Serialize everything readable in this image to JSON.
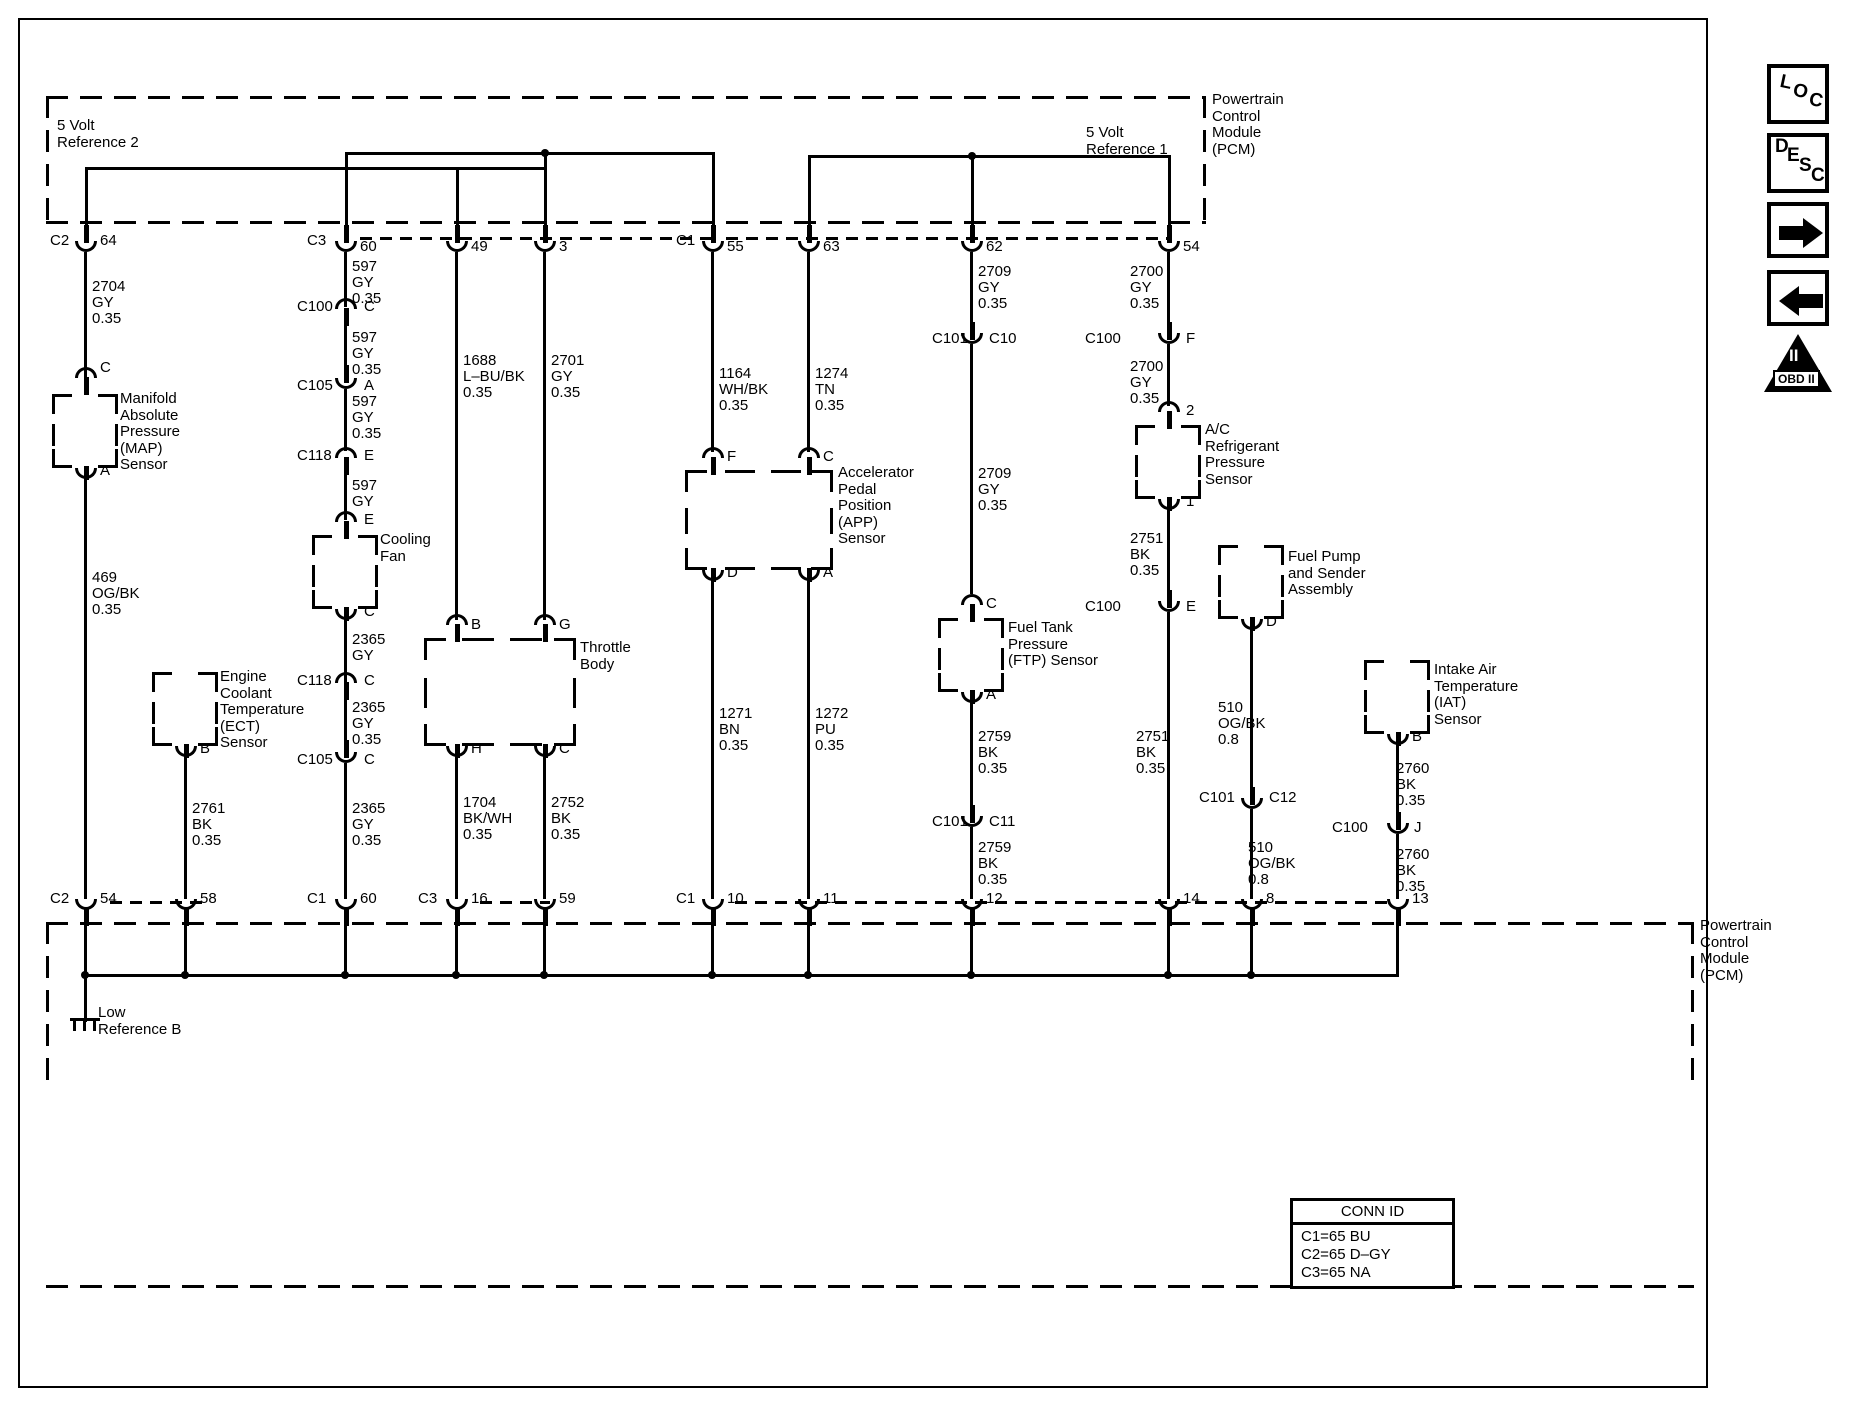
{
  "diagram": {
    "title": "Powertrain Control Module 5 Volt Reference and Low Reference Circuits",
    "modules": {
      "top": {
        "label": "Powertrain\nControl\nModule\n(PCM)"
      },
      "bottom": {
        "label": "Powertrain\nControl\nModule\n(PCM)"
      }
    },
    "rails": {
      "ref2_label": "5 Volt\nReference 2",
      "ref1_label": "5 Volt\nReference 1",
      "low_ref_label": "Low\nReference B"
    },
    "conn_id": {
      "header": "CONN ID",
      "rows": [
        "C1=65 BU",
        "C2=65 D–GY",
        "C3=65 NA"
      ]
    },
    "top_pins": [
      {
        "conn": "C2",
        "pin": "64"
      },
      {
        "conn": "C3",
        "pin": "60"
      },
      {
        "conn": "",
        "pin": "49"
      },
      {
        "conn": "",
        "pin": "3"
      },
      {
        "conn": "C1",
        "pin": "55"
      },
      {
        "conn": "",
        "pin": "63"
      },
      {
        "conn": "",
        "pin": "62"
      },
      {
        "conn": "",
        "pin": "54"
      }
    ],
    "bottom_pins": [
      {
        "conn": "C2",
        "pin": "54"
      },
      {
        "conn": "",
        "pin": "58"
      },
      {
        "conn": "C1",
        "pin": "60"
      },
      {
        "conn": "C3",
        "pin": "16"
      },
      {
        "conn": "",
        "pin": "59"
      },
      {
        "conn": "C1",
        "pin": "10"
      },
      {
        "conn": "",
        "pin": "11"
      },
      {
        "conn": "",
        "pin": "12"
      },
      {
        "conn": "",
        "pin": "14"
      },
      {
        "conn": "",
        "pin": "8"
      },
      {
        "conn": "",
        "pin": "13"
      }
    ],
    "wires": [
      {
        "id": "w1",
        "number": "2704",
        "color": "GY",
        "gauge": "0.35"
      },
      {
        "id": "w2",
        "number": "597",
        "color": "GY",
        "gauge": "0.35"
      },
      {
        "id": "w3",
        "number": "597",
        "color": "GY",
        "gauge": "0.35"
      },
      {
        "id": "w4",
        "number": "597",
        "color": "GY",
        "gauge": "0.35"
      },
      {
        "id": "w5",
        "number": "597",
        "color": "GY",
        "gauge": ""
      },
      {
        "id": "w6",
        "number": "1688",
        "color": "L–BU/BK",
        "gauge": "0.35"
      },
      {
        "id": "w7",
        "number": "2701",
        "color": "GY",
        "gauge": "0.35"
      },
      {
        "id": "w8",
        "number": "1164",
        "color": "WH/BK",
        "gauge": "0.35"
      },
      {
        "id": "w9",
        "number": "1274",
        "color": "TN",
        "gauge": "0.35"
      },
      {
        "id": "w10",
        "number": "2709",
        "color": "GY",
        "gauge": "0.35"
      },
      {
        "id": "w11",
        "number": "2700",
        "color": "GY",
        "gauge": "0.35"
      },
      {
        "id": "w12",
        "number": "2709",
        "color": "GY",
        "gauge": "0.35"
      },
      {
        "id": "w13",
        "number": "2700",
        "color": "GY",
        "gauge": "0.35"
      },
      {
        "id": "w14",
        "number": "469",
        "color": "OG/BK",
        "gauge": "0.35"
      },
      {
        "id": "w15",
        "number": "2365",
        "color": "GY",
        "gauge": ""
      },
      {
        "id": "w16",
        "number": "2365",
        "color": "GY",
        "gauge": "0.35"
      },
      {
        "id": "w17",
        "number": "2365",
        "color": "GY",
        "gauge": "0.35"
      },
      {
        "id": "w18",
        "number": "2761",
        "color": "BK",
        "gauge": "0.35"
      },
      {
        "id": "w19",
        "number": "1704",
        "color": "BK/WH",
        "gauge": "0.35"
      },
      {
        "id": "w20",
        "number": "2752",
        "color": "BK",
        "gauge": "0.35"
      },
      {
        "id": "w21",
        "number": "1271",
        "color": "BN",
        "gauge": "0.35"
      },
      {
        "id": "w22",
        "number": "1272",
        "color": "PU",
        "gauge": "0.35"
      },
      {
        "id": "w23",
        "number": "2759",
        "color": "BK",
        "gauge": "0.35"
      },
      {
        "id": "w24",
        "number": "2759",
        "color": "BK",
        "gauge": "0.35"
      },
      {
        "id": "w25",
        "number": "2751",
        "color": "BK",
        "gauge": "0.35"
      },
      {
        "id": "w26",
        "number": "2751",
        "color": "BK",
        "gauge": "0.35"
      },
      {
        "id": "w27",
        "number": "510",
        "color": "OG/BK",
        "gauge": "0.8"
      },
      {
        "id": "w28",
        "number": "510",
        "color": "OG/BK",
        "gauge": "0.8"
      },
      {
        "id": "w29",
        "number": "2760",
        "color": "BK",
        "gauge": "0.35"
      },
      {
        "id": "w30",
        "number": "2760",
        "color": "BK",
        "gauge": "0.35"
      }
    ],
    "components": [
      {
        "id": "map",
        "label": "Manifold\nAbsolute\nPressure\n(MAP)\nSensor",
        "top_term": "C",
        "bottom_term": "A"
      },
      {
        "id": "ect",
        "label": "Engine\nCoolant\nTemperature\n(ECT)\nSensor",
        "top_term": "",
        "bottom_term": "B"
      },
      {
        "id": "fan",
        "label": "Cooling\nFan",
        "top_term": "E",
        "bottom_term": "C"
      },
      {
        "id": "tb",
        "label": "Throttle\nBody",
        "top_term": "B",
        "bottom_term": "H"
      },
      {
        "id": "app",
        "label": "Accelerator\nPedal\nPosition\n(APP)\nSensor",
        "top_term": "F",
        "bottom_term": "D"
      },
      {
        "id": "ftp",
        "label": "Fuel Tank\nPressure\n(FTP) Sensor",
        "top_term": "C",
        "bottom_term": "A"
      },
      {
        "id": "acrp",
        "label": "A/C\nRefrigerant\nPressure\nSensor",
        "top_term": "2",
        "bottom_term": "1"
      },
      {
        "id": "fps",
        "label": "Fuel Pump\nand Sender\nAssembly",
        "top_term": "",
        "bottom_term": "D"
      },
      {
        "id": "iat",
        "label": "Intake Air\nTemperature\n(IAT)\nSensor",
        "top_term": "",
        "bottom_term": "B"
      }
    ],
    "inline_connectors": [
      {
        "id": "ic1",
        "name": "C100",
        "term": "C"
      },
      {
        "id": "ic2",
        "name": "C105",
        "term": "A"
      },
      {
        "id": "ic3",
        "name": "C118",
        "term": "E"
      },
      {
        "id": "ic4",
        "name": "C118",
        "term": "C"
      },
      {
        "id": "ic5",
        "name": "C105",
        "term": "C"
      },
      {
        "id": "ic6",
        "name": "C101",
        "term": "C10"
      },
      {
        "id": "ic7",
        "name": "C100",
        "term": "F"
      },
      {
        "id": "ic8",
        "name": "C101",
        "term": "C11"
      },
      {
        "id": "ic9",
        "name": "C100",
        "term": "E"
      },
      {
        "id": "ic10",
        "name": "C101",
        "term": "C12"
      },
      {
        "id": "ic11",
        "name": "C100",
        "term": "J"
      }
    ],
    "component_terminals": {
      "tb_right_top": "G",
      "tb_right_bottom": "C",
      "app_right_top": "C",
      "app_right_bottom": "A"
    },
    "sidebar_buttons": [
      {
        "id": "loc",
        "label": "LOC",
        "type": "text-rotated"
      },
      {
        "id": "desc",
        "label": "DESC",
        "type": "text-rotated"
      },
      {
        "id": "next",
        "label": "→",
        "type": "arrow-right"
      },
      {
        "id": "prev",
        "label": "←",
        "type": "arrow-left"
      },
      {
        "id": "obd",
        "label": "OBD II",
        "type": "triangle"
      }
    ]
  }
}
